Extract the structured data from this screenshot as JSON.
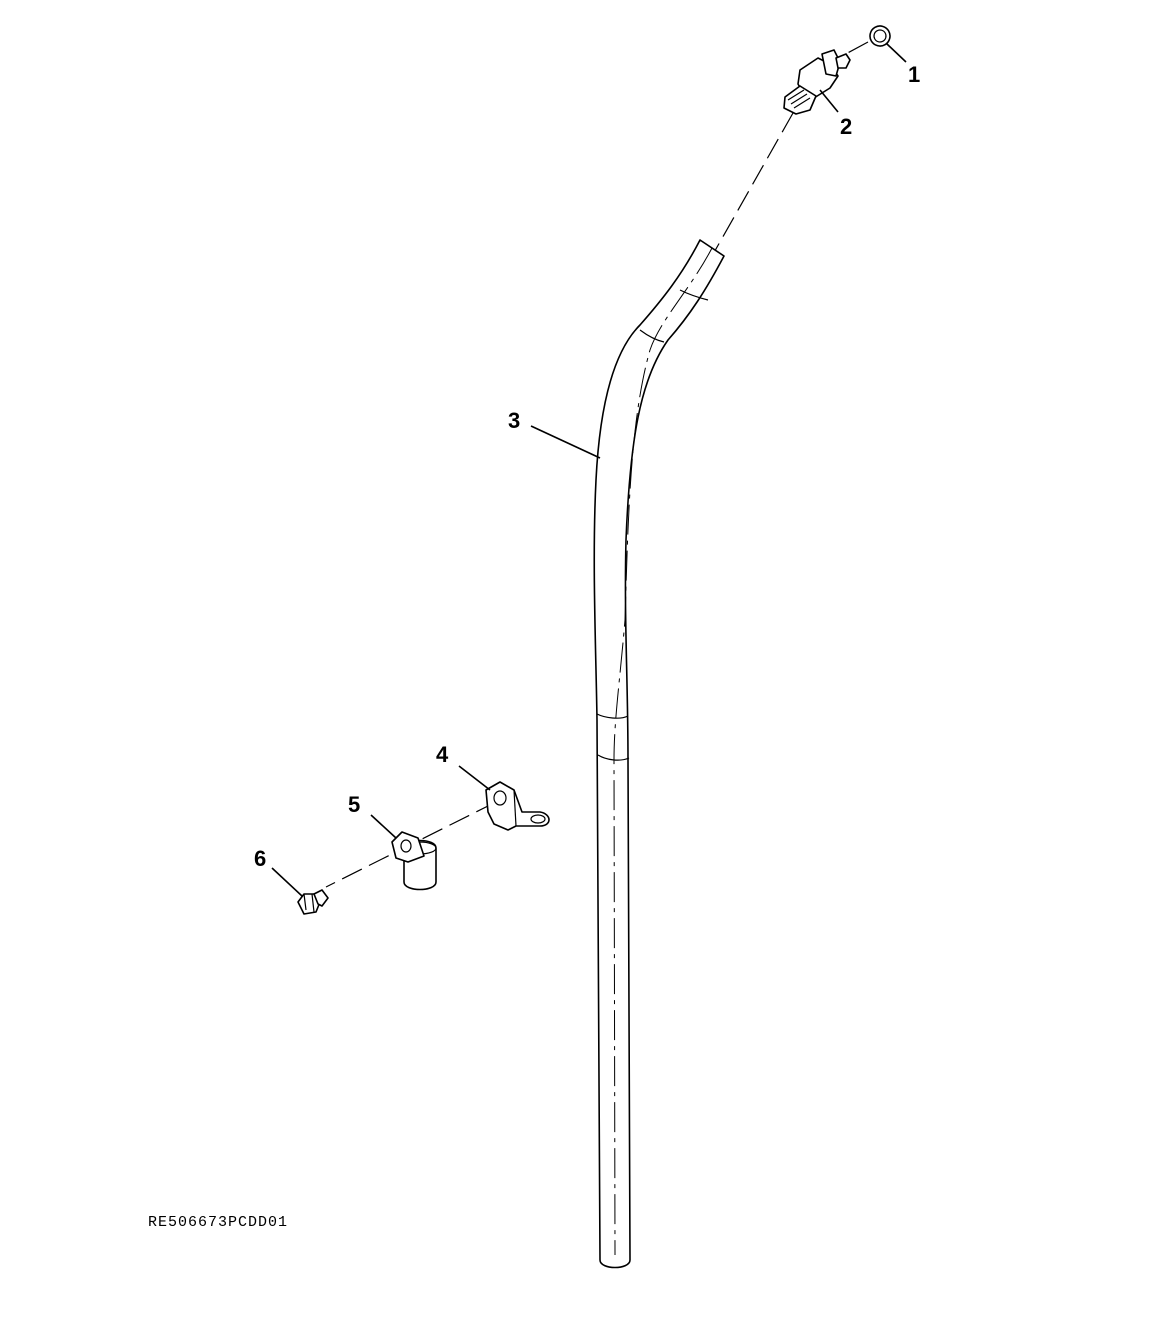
{
  "diagram": {
    "callouts": [
      {
        "id": "1",
        "label": "1"
      },
      {
        "id": "2",
        "label": "2"
      },
      {
        "id": "3",
        "label": "3"
      },
      {
        "id": "4",
        "label": "4"
      },
      {
        "id": "5",
        "label": "5"
      },
      {
        "id": "6",
        "label": "6"
      }
    ],
    "reference_code": "RE506673PCDD01"
  }
}
